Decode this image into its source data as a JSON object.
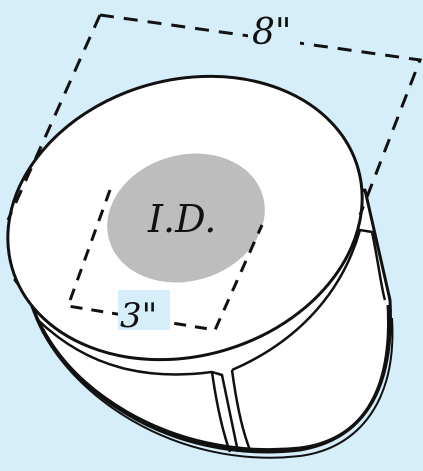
{
  "colors": {
    "background": "#D6EEF9",
    "roll_fill": "#FFFFFF",
    "core_fill": "#BDBDBD",
    "line": "#111111"
  },
  "labels": {
    "outer_dimension": "8\"",
    "inner_dimension": "3\"",
    "core": "I.D."
  }
}
